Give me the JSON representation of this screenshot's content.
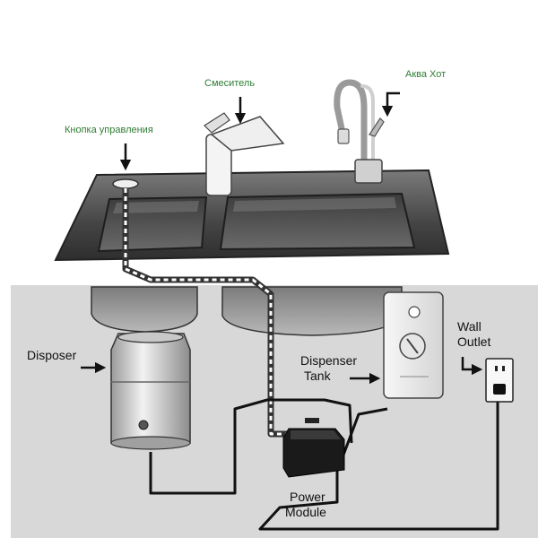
{
  "labels": {
    "control_button": "Кнопка управления",
    "faucet": "Смеситель",
    "aqua_hot": "Аква Хот",
    "disposer": "Disposer",
    "dispenser_tank_line1": "Dispenser",
    "dispenser_tank_line2": "Tank",
    "wall_outlet_line1": "Wall",
    "wall_outlet_line2": "Outlet",
    "power_module_line1": "Power",
    "power_module_line2": "Module"
  },
  "colors": {
    "label_green": "#2e7d32",
    "label_black": "#111111",
    "sink_dark": "#555555",
    "cabinet": "#d6d6d6"
  }
}
